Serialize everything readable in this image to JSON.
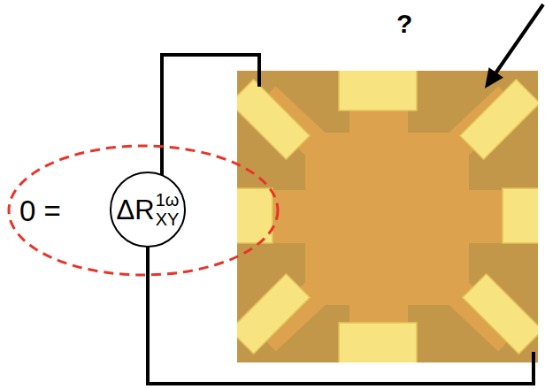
{
  "diagram": {
    "nodes": [
      {
        "text": [
          "0 ="
        ]
      },
      {
        "text": [
          "ΔR",
          "1ω",
          "XY"
        ],
        "in": 0
      }
    ],
    "labels": [
      "?"
    ]
  }
}
